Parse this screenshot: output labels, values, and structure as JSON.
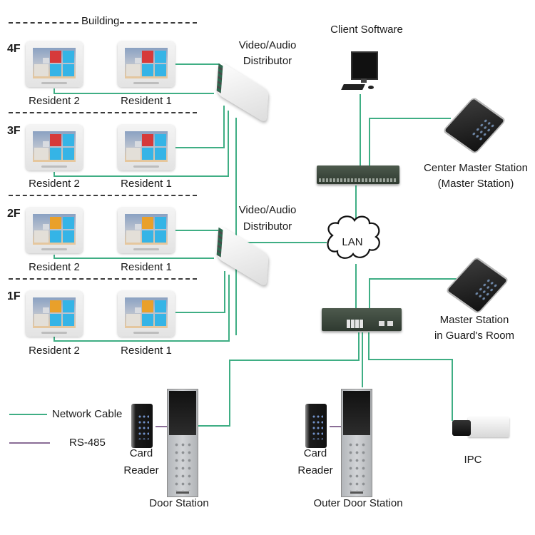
{
  "diagram": {
    "building_label": "Building",
    "floors": [
      {
        "id": "4F",
        "residents": [
          "Resident 2",
          "Resident 1"
        ]
      },
      {
        "id": "3F",
        "residents": [
          "Resident 2",
          "Resident 1"
        ]
      },
      {
        "id": "2F",
        "residents": [
          "Resident 2",
          "Resident 1"
        ]
      },
      {
        "id": "1F",
        "residents": [
          "Resident 2",
          "Resident 1"
        ]
      }
    ],
    "distributors": [
      {
        "line1": "Video/Audio",
        "line2": "Distributor"
      },
      {
        "line1": "Video/Audio",
        "line2": "Distributor"
      }
    ],
    "client_software": "Client Software",
    "center_master": {
      "line1": "Center Master Station",
      "line2": "(Master Station)"
    },
    "lan": "LAN",
    "guard_master": {
      "line1": "Master Station",
      "line2": "in Guard's Room"
    },
    "door_station": {
      "reader_line1": "Card",
      "reader_line2": "Reader",
      "label": "Door Station"
    },
    "outer_door_station": {
      "reader_line1": "Card",
      "reader_line2": "Reader",
      "label": "Outer Door Station"
    },
    "ipc": "IPC",
    "legend": [
      {
        "label": "Network Cable",
        "color": "#3fae84"
      },
      {
        "label": "RS-485",
        "color": "#8a6d96"
      }
    ],
    "colors": {
      "network_cable": "#3fae84",
      "rs485": "#8a6d96",
      "screen_tile_blue": "#35b4e6",
      "screen_tile_red": "#d63a3a"
    }
  }
}
